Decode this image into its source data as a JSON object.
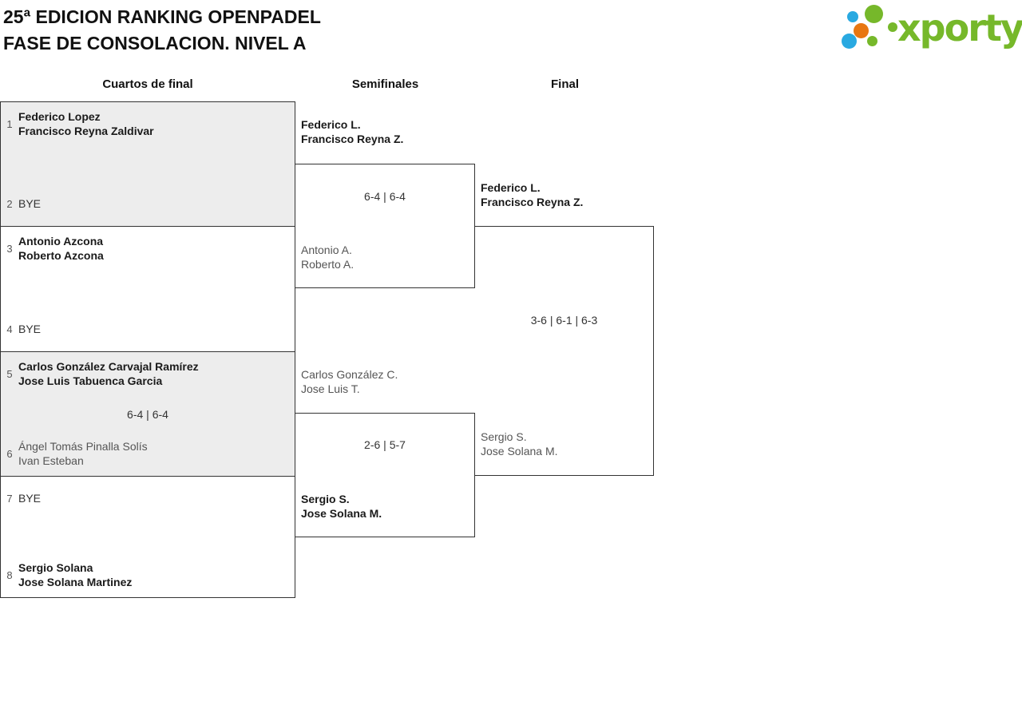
{
  "header": {
    "title_line1": "25ª EDICION RANKING OPENPADEL",
    "title_line2": "FASE DE CONSOLACION. NIVEL A",
    "logo_text": "xporty"
  },
  "colors": {
    "logo_green": "#76b82a",
    "logo_blue": "#29a9e1",
    "logo_orange": "#e87711",
    "box_gray_fill": "#ededed",
    "box_border": "#333333",
    "winner_text": "#1a1a1a",
    "loser_text": "#555555"
  },
  "rounds": {
    "quarterfinals": "Cuartos de final",
    "semifinals": "Semifinales",
    "final": "Final"
  },
  "qf": [
    {
      "seed_top": "1",
      "top_name1": "Federico Lopez",
      "top_name2": "Francisco Reyna Zaldivar",
      "score": "",
      "seed_bottom": "2",
      "bottom_name1": "BYE",
      "bottom_name2": ""
    },
    {
      "seed_top": "3",
      "top_name1": "Antonio Azcona",
      "top_name2": "Roberto Azcona",
      "score": "",
      "seed_bottom": "4",
      "bottom_name1": "BYE",
      "bottom_name2": ""
    },
    {
      "seed_top": "5",
      "top_name1": "Carlos González Carvajal Ramírez",
      "top_name2": "Jose Luis Tabuenca Garcia",
      "score": "6-4 | 6-4",
      "seed_bottom": "6",
      "bottom_name1": "Ángel Tomás Pinalla Solís",
      "bottom_name2": "Ivan Esteban"
    },
    {
      "seed_top": "7",
      "top_name1": "BYE",
      "top_name2": "",
      "score": "",
      "seed_bottom": "8",
      "bottom_name1": "Sergio Solana",
      "bottom_name2": "Jose Solana Martinez"
    }
  ],
  "sf": [
    {
      "top_name1": "Federico L.",
      "top_name2": "Francisco Reyna Z.",
      "score": "6-4 | 6-4",
      "bottom_name1": "Antonio A.",
      "bottom_name2": "Roberto A."
    },
    {
      "top_name1": "Carlos González C.",
      "top_name2": "Jose Luis T.",
      "score": "2-6 | 5-7",
      "bottom_name1": "Sergio S.",
      "bottom_name2": "Jose Solana M."
    }
  ],
  "final": {
    "top_name1": "Federico L.",
    "top_name2": "Francisco Reyna Z.",
    "score": "3-6 | 6-1 | 6-3",
    "bottom_name1": "Sergio S.",
    "bottom_name2": "Jose Solana M."
  }
}
